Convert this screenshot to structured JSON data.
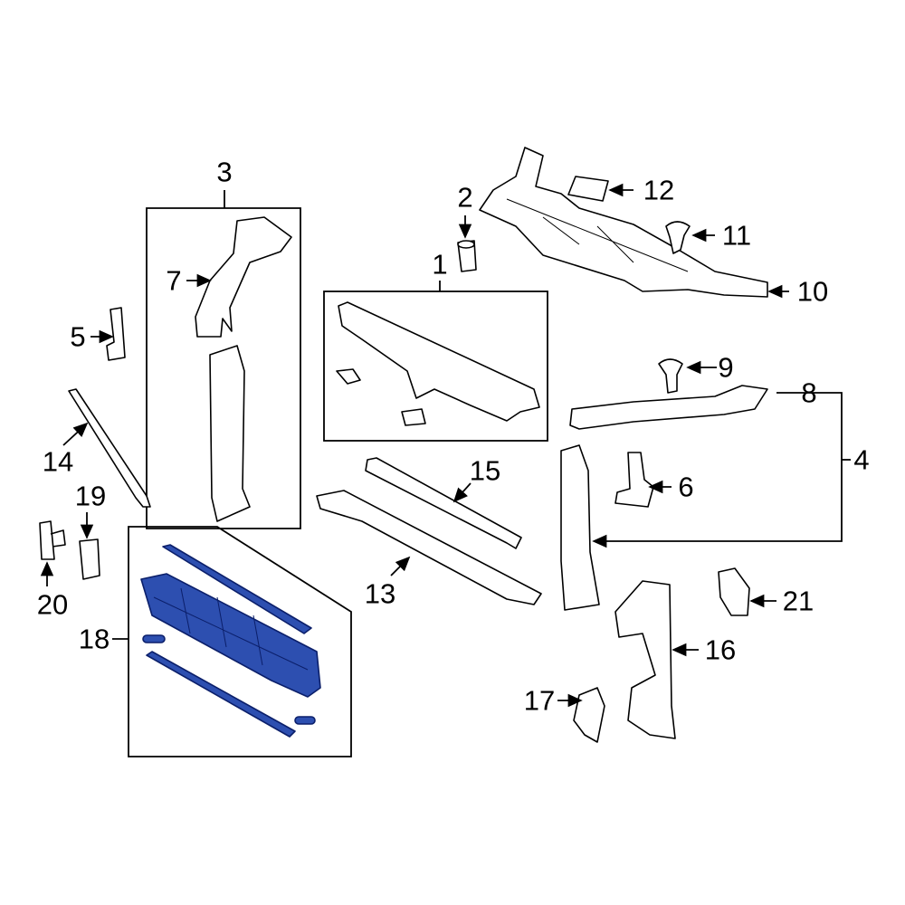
{
  "diagram": {
    "highlight_color": "#2d4fb0",
    "callouts": {
      "c1": "1",
      "c2": "2",
      "c3": "3",
      "c4": "4",
      "c5": "5",
      "c6": "6",
      "c7": "7",
      "c8": "8",
      "c9": "9",
      "c10": "10",
      "c11": "11",
      "c12": "12",
      "c13": "13",
      "c14": "14",
      "c15": "15",
      "c16": "16",
      "c17": "17",
      "c18": "18",
      "c19": "19",
      "c20": "20",
      "c21": "21"
    },
    "highlighted_part": "18"
  }
}
